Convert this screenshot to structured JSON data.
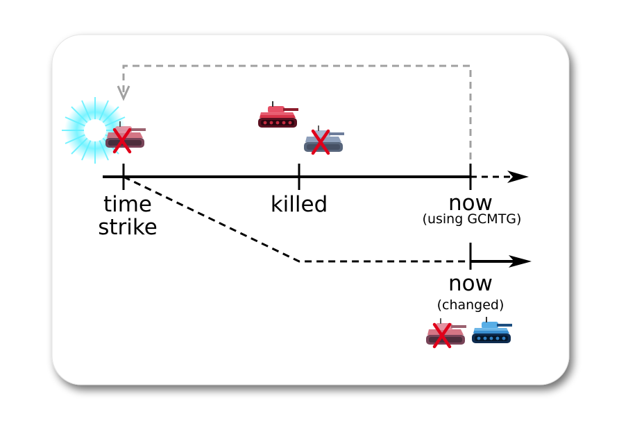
{
  "labels": {
    "strike": {
      "line1": "time",
      "line2": "strike"
    },
    "killed": "killed",
    "now_top": {
      "title": "now",
      "note": "(using GCMTG)"
    },
    "now_bottom": {
      "title": "now",
      "note": "(changed)"
    }
  },
  "icons": {
    "flash": "energy-burst-icon",
    "tank_destroyed": "destroyed-tank-icon",
    "tank_red": "red-tank-icon",
    "tank_blue": "blue-tank-icon",
    "cross": "red-x-icon"
  },
  "colors": {
    "line": "#000000",
    "loop": "#a0a0a0",
    "cross": "#e0001a",
    "tank_red": "#d8344a",
    "tank_blue": "#3a8fd0",
    "flash": "#5ff0ff"
  }
}
